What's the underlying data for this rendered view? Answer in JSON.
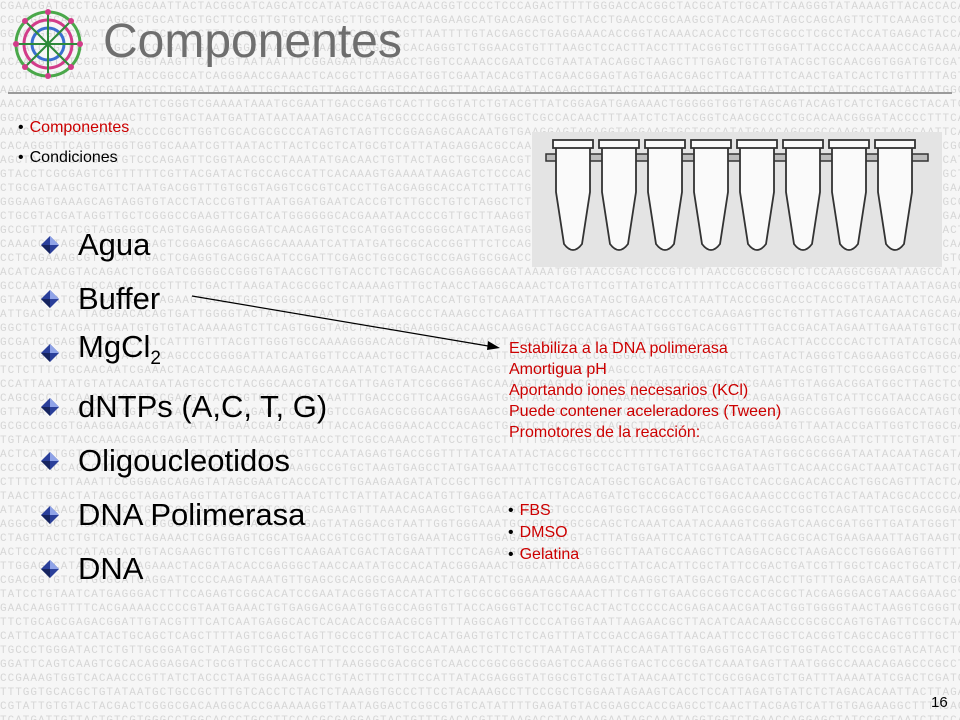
{
  "slide": {
    "title": "Componentes",
    "subnav": [
      {
        "label": "Componentes",
        "active": true
      },
      {
        "label": "Condiciones",
        "active": false
      }
    ],
    "components": [
      {
        "label": "Agua"
      },
      {
        "label": "Buffer"
      },
      {
        "label": "MgCl",
        "subscript": "2"
      },
      {
        "label": "dNTPs (A,C, T, G)"
      },
      {
        "label": "Oligoucleotidos"
      },
      {
        "label": "DNA Polimerasa"
      },
      {
        "label": "DNA"
      }
    ],
    "buffer_notes": [
      "Estabiliza a la DNA polimerasa",
      "Amortigua pH",
      "Aportando iones necesarios (KCl)",
      "Puede contener aceleradores (Tween)",
      "Promotores de la reacción:"
    ],
    "additives": [
      "FBS",
      "DMSO",
      "Gelatina"
    ],
    "page_number": "16"
  },
  "colors": {
    "accent_red": "#cc0000",
    "title_gray": "#6e6e6e",
    "diamond_blue": "#2a3f9a"
  },
  "icons": {
    "logo": "dna-helix-ring-icon",
    "bullet": "diamond-bullet-icon"
  }
}
